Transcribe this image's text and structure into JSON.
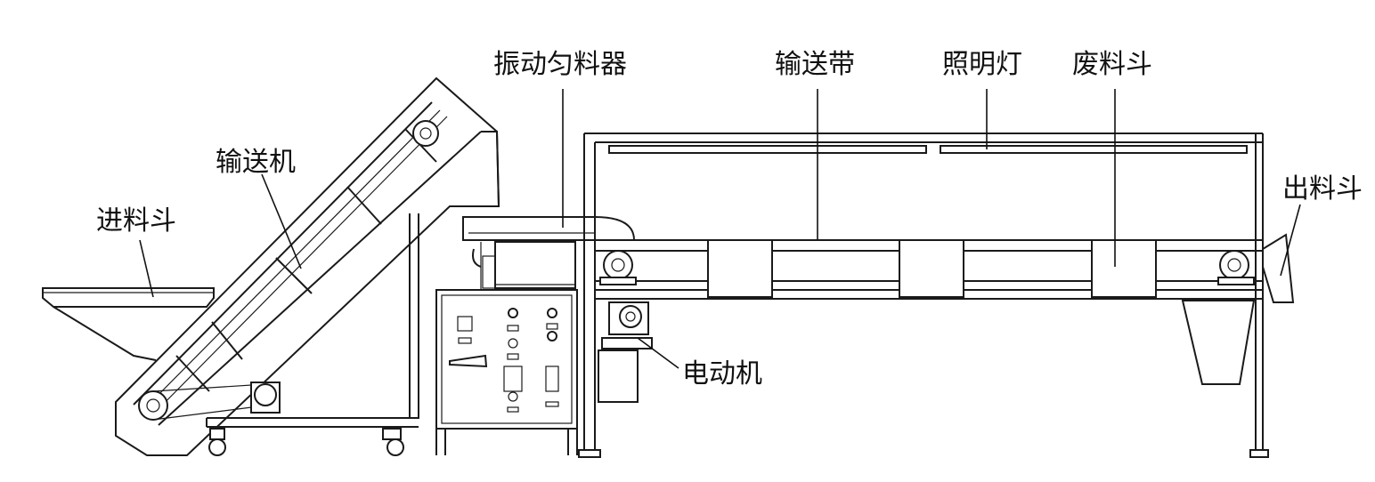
{
  "diagram": {
    "labels": {
      "feed_hopper": "进料斗",
      "conveyor": "输送机",
      "vibrating_feeder": "振动匀料器",
      "conveyor_belt": "输送带",
      "lighting": "照明灯",
      "waste_hopper": "废料斗",
      "discharge_hopper": "出料斗",
      "motor": "电动机"
    },
    "colors": {
      "line": "#1a1a1a",
      "background": "#ffffff"
    }
  }
}
